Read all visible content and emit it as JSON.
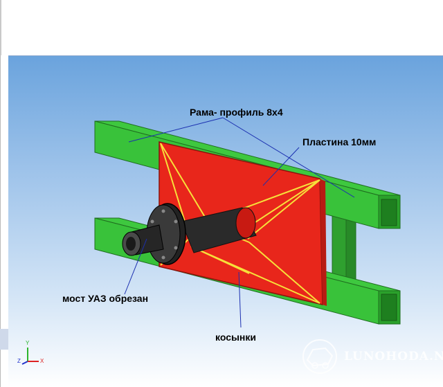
{
  "annotations": {
    "frame": "Рама- профиль 8х4",
    "plate": "Пластина 10мм",
    "axle": "мост УАЗ обрезан",
    "gussets": "косынки"
  },
  "triad": {
    "x": "X",
    "y": "Y",
    "z": "Z"
  },
  "watermark": {
    "text": "LUNOHODA.NET"
  },
  "colors": {
    "frame": "#39c23a",
    "plate": "#e8261b",
    "gusset_lines": "#f7e03a",
    "leader_lines": "#1b2fb0",
    "axle": "#1e1e1e"
  }
}
